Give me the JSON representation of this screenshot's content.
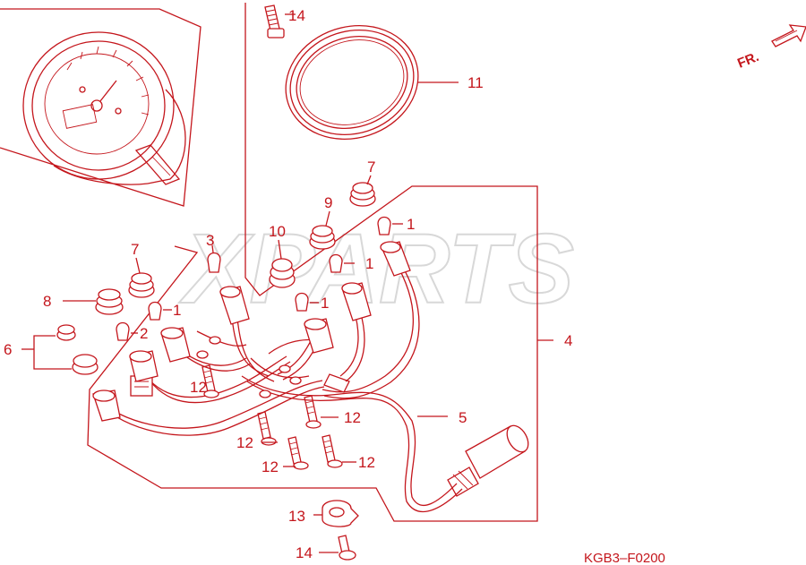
{
  "diagram": {
    "drawing_code": "KGB3–F0200",
    "watermark": "XPARTS",
    "direction_marker": "FR.",
    "colors": {
      "line": "#c4161c",
      "background": "#ffffff",
      "watermark": "#d8d8d8"
    },
    "callouts": [
      "1",
      "2",
      "3",
      "4",
      "5",
      "6",
      "7",
      "8",
      "9",
      "10",
      "11",
      "12",
      "13",
      "14"
    ]
  }
}
